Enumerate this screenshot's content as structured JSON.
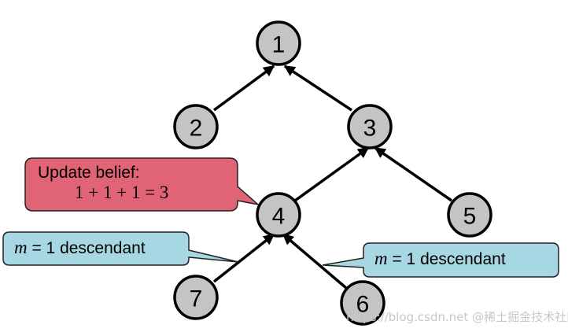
{
  "nodes": {
    "n1": "1",
    "n2": "2",
    "n3": "3",
    "n4": "4",
    "n5": "5",
    "n6": "6",
    "n7": "7"
  },
  "callouts": {
    "update": {
      "title": "Update belief:",
      "equation": "1 + 1 + 1 = 3"
    },
    "left_descendant": {
      "variable": "m",
      "equation_tail": " = 1 descendant"
    },
    "right_descendant": {
      "variable": "m",
      "equation_tail": " = 1 descendant"
    }
  },
  "watermark": "https://blog.csdn.net  @稀土掘金技术社区",
  "colors": {
    "node_fill": "#c4c4c4",
    "update_callout": "#e06376",
    "descendant_callout": "#a6d7e3"
  }
}
